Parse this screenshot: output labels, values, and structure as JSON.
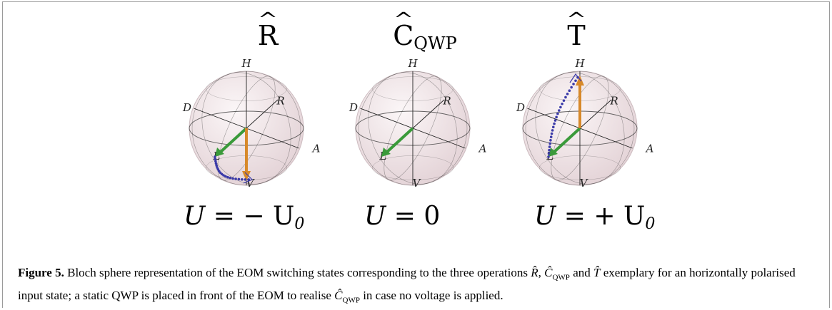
{
  "panels": [
    {
      "title_base": "R",
      "title_sub": "",
      "voltage_lhs": "U",
      "voltage_rhs": "= − U",
      "voltage_sub": "0",
      "axes": {
        "H": "H",
        "V": "V",
        "D": "D",
        "A": "A",
        "R": "R",
        "L": "L"
      },
      "arrow_color": "#d7892a",
      "state_arrow": "down",
      "trajectory": "L-to-V"
    },
    {
      "title_base": "C",
      "title_sub": "QWP",
      "voltage_lhs": "U",
      "voltage_rhs": "= 0",
      "voltage_sub": "",
      "axes": {
        "H": "H",
        "V": "V",
        "D": "D",
        "A": "A",
        "R": "R",
        "L": "L"
      },
      "arrow_color": "",
      "state_arrow": "none",
      "trajectory": "none"
    },
    {
      "title_base": "T",
      "title_sub": "",
      "voltage_lhs": "U",
      "voltage_rhs": "= + U",
      "voltage_sub": "0",
      "axes": {
        "H": "H",
        "V": "V",
        "D": "D",
        "A": "A",
        "R": "R",
        "L": "L"
      },
      "arrow_color": "#d7892a",
      "state_arrow": "up",
      "trajectory": "L-to-H"
    }
  ],
  "colors": {
    "green_arrow": "#3a9a3a",
    "trajectory": "#3a3aa8",
    "sphere_fill": "#f0e4e6",
    "grid": "#333333"
  },
  "caption": {
    "label": "Figure 5.",
    "text_1": " Bloch sphere representation of the EOM switching states corresponding to the three operations ",
    "op_r": "R̂",
    "sep_1": ", ",
    "op_c": "Ĉ",
    "op_c_sub": "QWP",
    "sep_2": " and ",
    "op_t": "T̂",
    "text_2": " exemplary for an horizontally polarised input state; a static QWP is placed in front of the EOM to realise ",
    "op_c2": "Ĉ",
    "op_c2_sub": "QWP",
    "text_3": " in case no voltage is applied."
  }
}
